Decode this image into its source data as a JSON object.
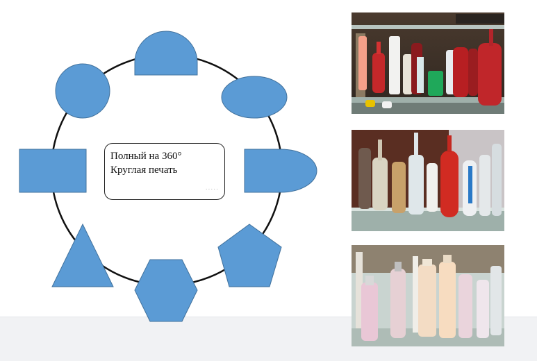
{
  "label": {
    "line1": "Полный на 360°",
    "line2": "Круглая печать"
  },
  "colors": {
    "shape_fill": "#5b9bd5",
    "shape_stroke": "#41719c",
    "ring": "#111111",
    "footer": "#f1f2f4"
  },
  "shapes": [
    "circle",
    "half-circle",
    "ellipse",
    "d-shape",
    "pentagon",
    "hexagon",
    "triangle",
    "rectangle"
  ],
  "photos": [
    {
      "name": "cosmetic-bottles-photo"
    },
    {
      "name": "glass-bottles-photo"
    },
    {
      "name": "plastic-tubes-photo"
    }
  ]
}
